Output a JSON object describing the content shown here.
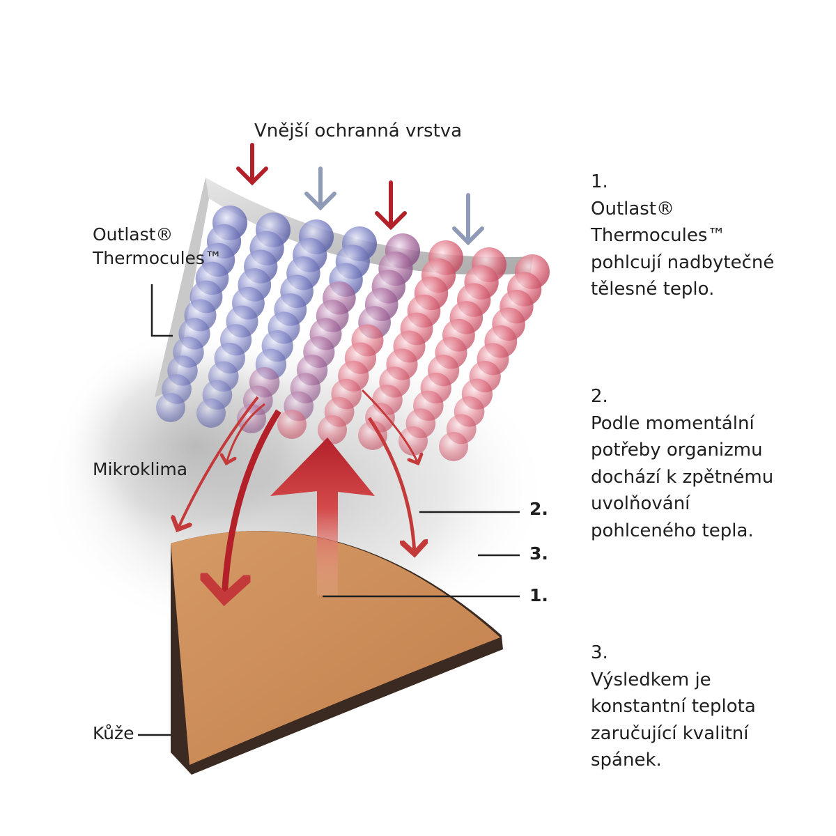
{
  "labels": {
    "top": "Vnější ochranná vrstva",
    "thermocules_line1": "Outlast®",
    "thermocules_line2": "Thermocules™",
    "mikroklima": "Mikroklima",
    "kuze": "Kůže"
  },
  "markers": [
    "2.",
    "3.",
    "1."
  ],
  "steps": [
    {
      "number": "1.",
      "lines": [
        "Outlast®",
        "Thermocules™",
        "pohlcují nadbytečné",
        "tělesné teplo."
      ]
    },
    {
      "number": "2.",
      "lines": [
        "Podle momentální",
        "potřeby organizmu",
        "dochází k zpětnému",
        "uvolňování",
        "pohlceného tepla."
      ]
    },
    {
      "number": "3.",
      "lines": [
        "Výsledkem je",
        "konstantní teplota",
        "zaručující  kvalitní",
        "spánek."
      ]
    }
  ],
  "colors": {
    "warm_arrow": "#b3202a",
    "cool_arrow": "#8e9ab8",
    "skin": "#c88a55",
    "skin_edge": "#3a2a22",
    "layer": "#bdbdbd",
    "beads_cool": "#7f85c4",
    "beads_warm": "#dd6f80"
  }
}
